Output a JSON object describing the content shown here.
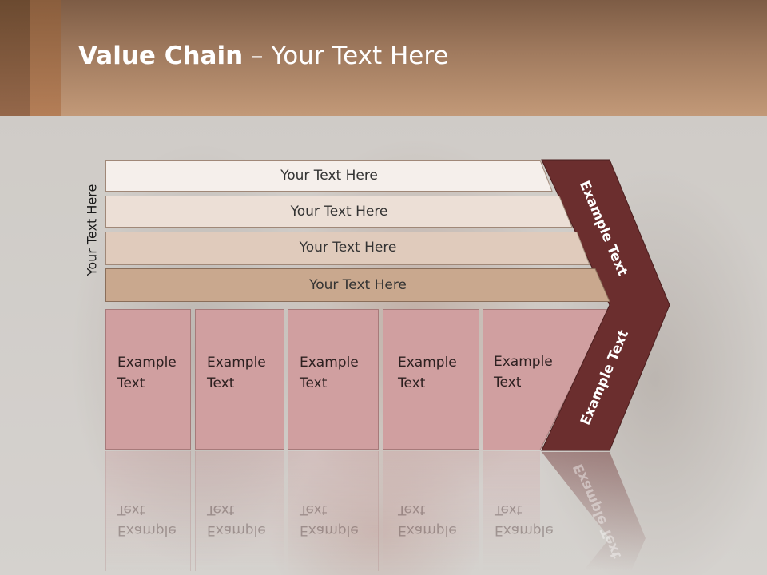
{
  "slide": {
    "title_bold": "Value Chain",
    "title_rest": " – Your Text Here",
    "side_label": "Your Text Here",
    "bars": [
      {
        "label": "Your Text Here"
      },
      {
        "label": "Your Text Here"
      },
      {
        "label": "Your Text Here"
      },
      {
        "label": "Your Text Here"
      }
    ],
    "columns": [
      {
        "line1": "Example",
        "line2": "Text"
      },
      {
        "line1": "Example",
        "line2": "Text"
      },
      {
        "line1": "Example",
        "line2": "Text"
      },
      {
        "line1": "Example",
        "line2": "Text"
      },
      {
        "line1": "Example",
        "line2": "Text"
      }
    ],
    "chevron_top_label": "Example Text",
    "chevron_bottom_label": "Example Text"
  },
  "colors": {
    "header_brown": "#a07a5e",
    "bar_1": "#f5efeb",
    "bar_2": "#ecdfd6",
    "bar_3": "#e0cbbc",
    "bar_4": "#c9a88e",
    "column_pink": "#d09fa0",
    "chevron_dark": "#6b2e2e"
  }
}
